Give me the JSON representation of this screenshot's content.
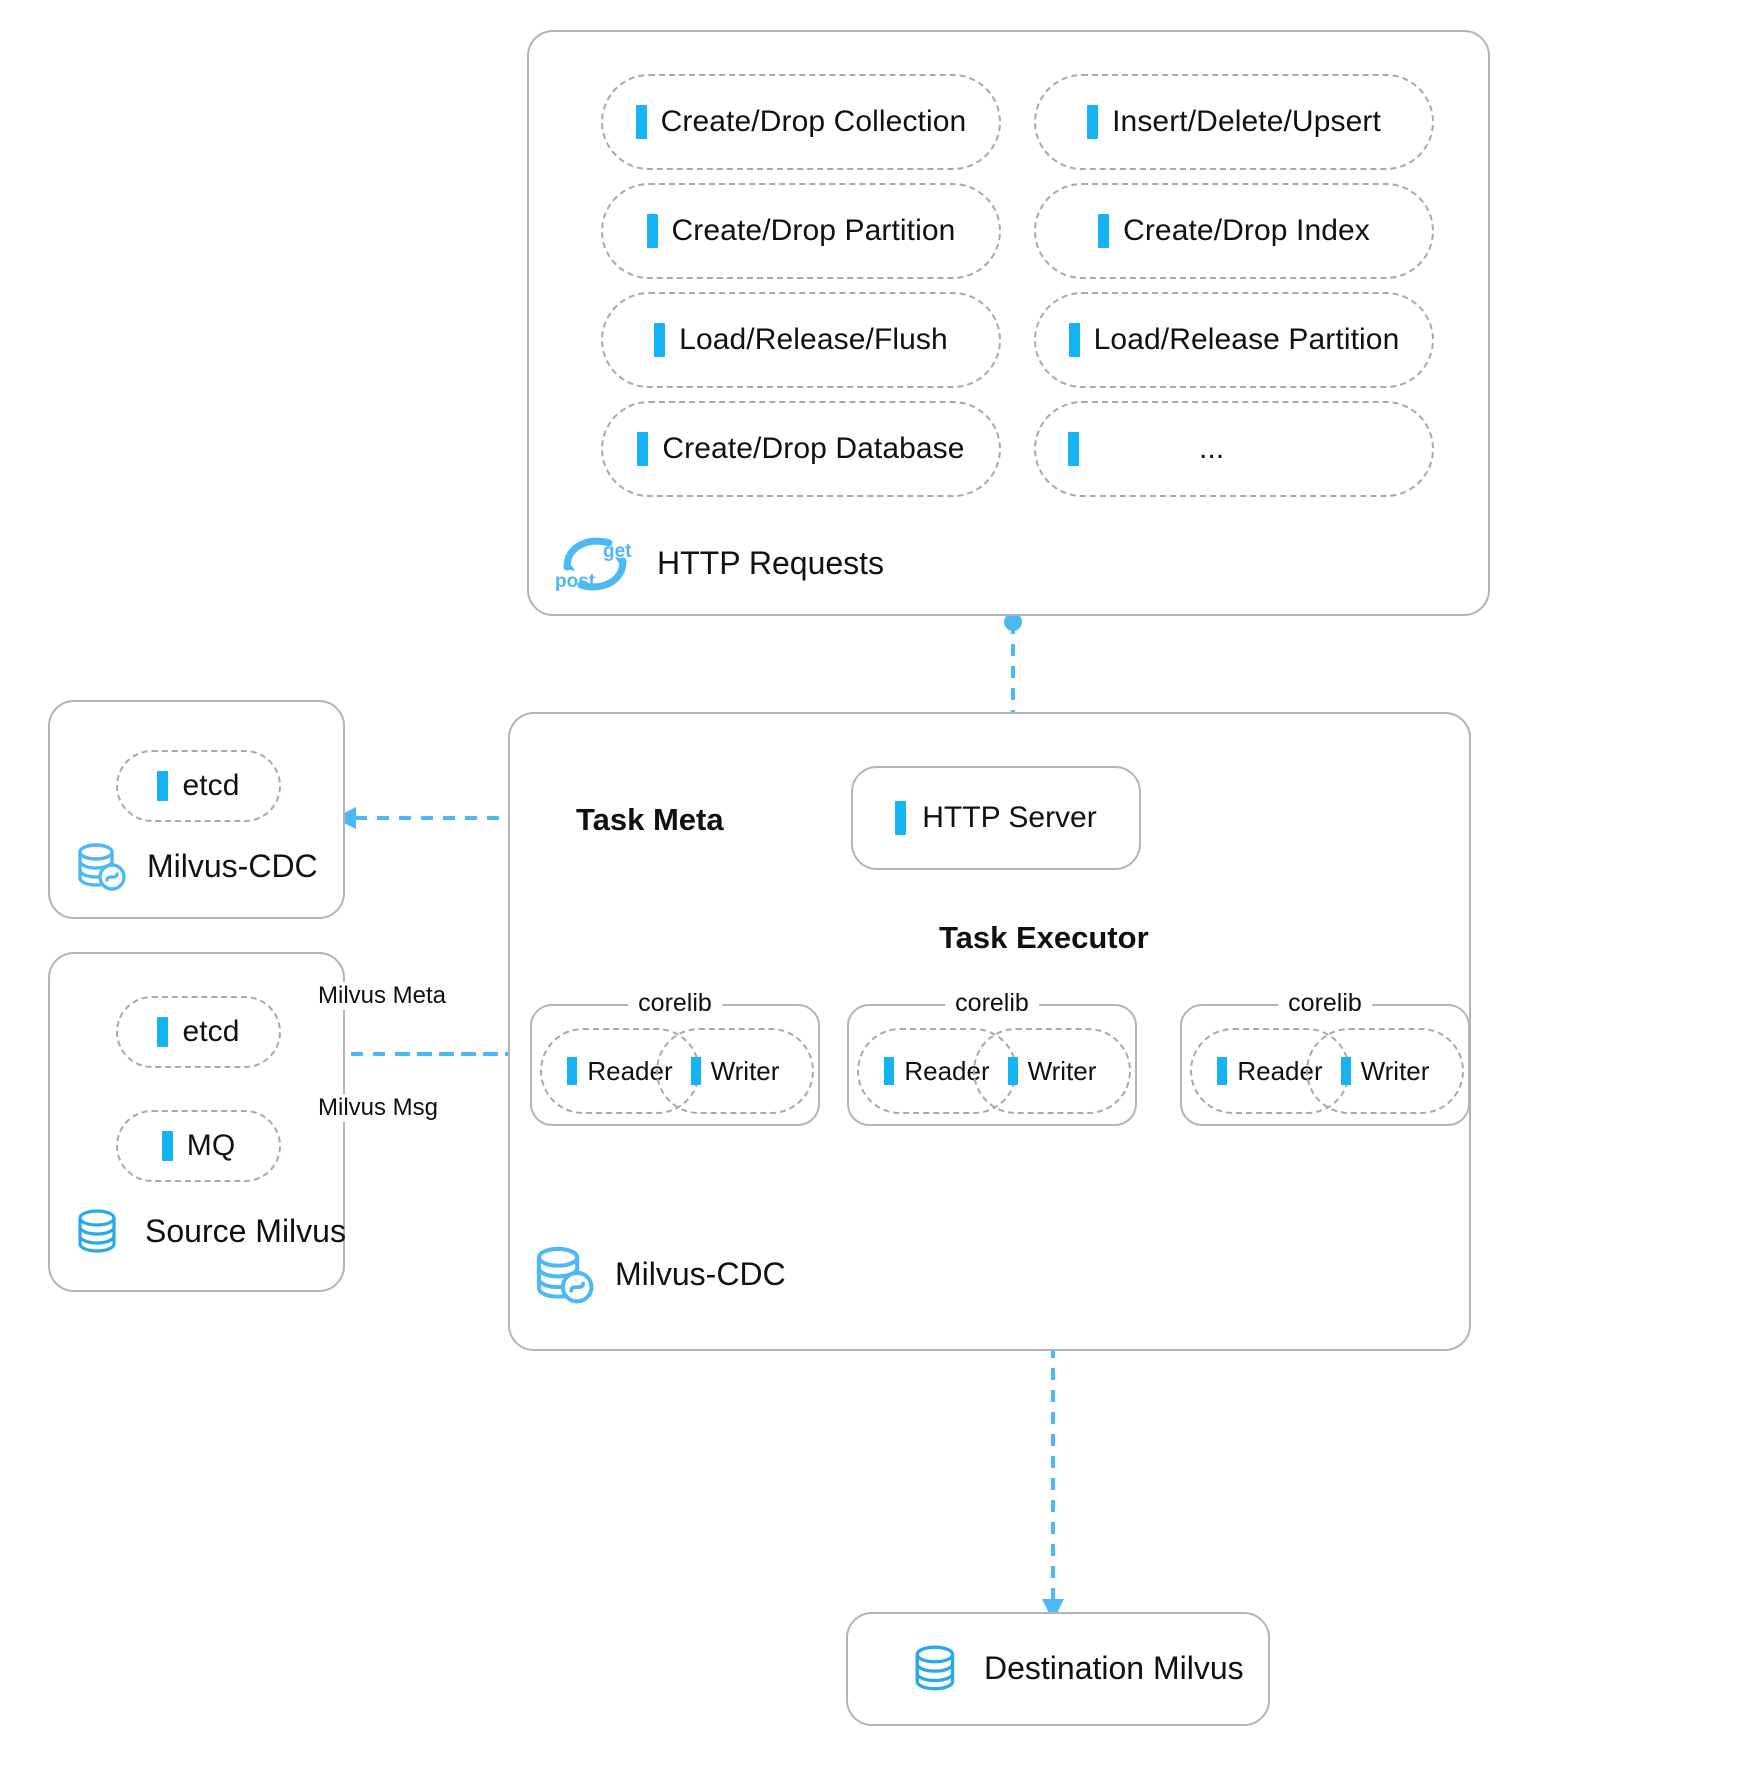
{
  "colors": {
    "accent": "#17b4f5",
    "arrow": "#4cb8f5",
    "panel_border": "#b3b3bd",
    "dashed_border": "#a8a8b3",
    "text": "#111111"
  },
  "http_requests_panel": {
    "operations": [
      {
        "label": "Create/Drop Collection"
      },
      {
        "label": "Insert/Delete/Upsert"
      },
      {
        "label": "Create/Drop Partition"
      },
      {
        "label": "Create/Drop Index"
      },
      {
        "label": "Load/Release/Flush"
      },
      {
        "label": "Load/Release Partition"
      },
      {
        "label": "Create/Drop Database"
      },
      {
        "label": "..."
      }
    ],
    "footer": {
      "title": "HTTP Requests",
      "icon": "get-post-sync-icon",
      "get_label": "get",
      "post_label": "post"
    }
  },
  "cdc_meta_panel": {
    "store": {
      "label": "etcd"
    },
    "title": "Milvus-CDC",
    "icon": "database-sync-icon"
  },
  "source_panel": {
    "stores": [
      {
        "label": "etcd"
      },
      {
        "label": "MQ"
      }
    ],
    "edge_labels": [
      {
        "label": "Milvus Meta"
      },
      {
        "label": "Milvus Msg"
      }
    ],
    "title": "Source Milvus",
    "icon": "database-icon"
  },
  "cdc_main_panel": {
    "server": {
      "label": "HTTP Server"
    },
    "task_meta_label": "Task Meta",
    "task_executor_label": "Task Executor",
    "corelibs": [
      {
        "group_label": "corelib",
        "reader": "Reader",
        "writer": "Writer"
      },
      {
        "group_label": "corelib",
        "reader": "Reader",
        "writer": "Writer"
      },
      {
        "group_label": "corelib",
        "reader": "Reader",
        "writer": "Writer"
      }
    ],
    "title": "Milvus-CDC",
    "icon": "database-sync-icon"
  },
  "destination_panel": {
    "title": "Destination Milvus",
    "icon": "database-icon"
  }
}
